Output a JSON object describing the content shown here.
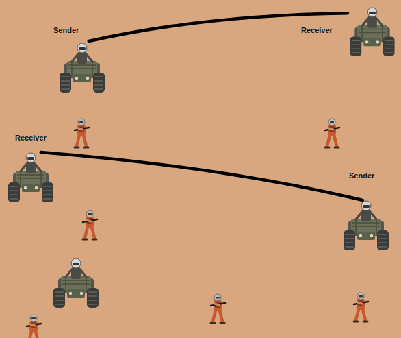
{
  "diagram": {
    "nodes": [
      {
        "text": [
          "Sender"
        ]
      },
      {
        "text": [
          "Receiver"
        ]
      },
      {
        "text": [
          "Receiver"
        ]
      },
      {
        "text": [
          "Sender"
        ]
      }
    ],
    "edges": [
      {
        "from": 0,
        "to": 1,
        "arrow": "none"
      },
      {
        "from": 3,
        "to": 2,
        "arrow": "none"
      }
    ]
  }
}
